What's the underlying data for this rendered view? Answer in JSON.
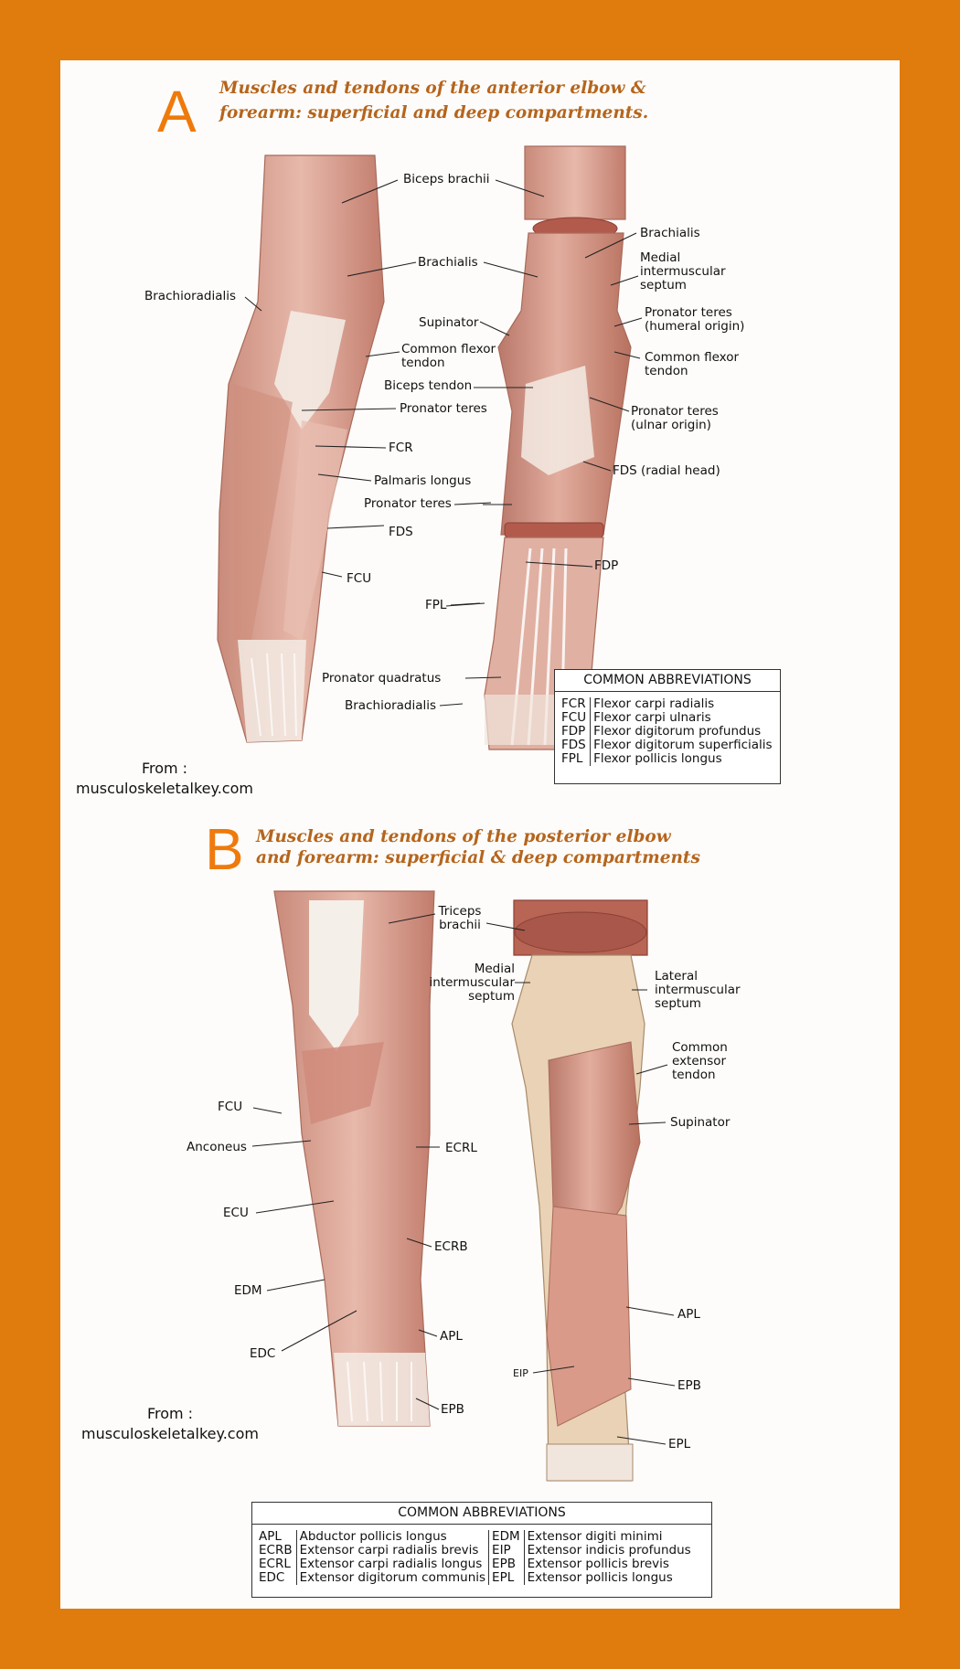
{
  "panel_a": {
    "letter": "A",
    "title_line1": "Muscles and tendons of the anterior elbow &",
    "title_line2": "forearm: superficial and deep compartments.",
    "labels": {
      "biceps_brachii": "Biceps brachii",
      "brachialis_left": "Brachialis",
      "brachioradialis_upper": "Brachioradialis",
      "common_flexor_tendon_left_1": "Common flexor",
      "common_flexor_tendon_left_2": "tendon",
      "pronator_teres_left": "Pronator teres",
      "fcr": "FCR",
      "palmaris_longus": "Palmaris longus",
      "fds_left": "FDS",
      "fcu": "FCU",
      "brachialis_right": "Brachialis",
      "medial_septum_1": "Medial",
      "medial_septum_2": "intermuscular",
      "medial_septum_3": "septum",
      "supinator": "Supinator",
      "pronator_teres_humeral_1": "Pronator teres",
      "pronator_teres_humeral_2": "(humeral origin)",
      "common_flexor_tendon_right_1": "Common flexor",
      "common_flexor_tendon_right_2": "tendon",
      "biceps_tendon": "Biceps tendon",
      "pronator_teres_ulnar_1": "Pronator teres",
      "pronator_teres_ulnar_2": "(ulnar origin)",
      "fds_radial_head": "FDS (radial head)",
      "pronator_teres_lower": "Pronator teres",
      "fdp": "FDP",
      "fpl": "FPL",
      "pronator_quadratus": "Pronator quadratus",
      "brachioradialis_lower": "Brachioradialis"
    },
    "abbreviations": {
      "header": "COMMON ABBREVIATIONS",
      "rows": [
        {
          "code": "FCR",
          "name": "Flexor carpi radialis"
        },
        {
          "code": "FCU",
          "name": "Flexor carpi ulnaris"
        },
        {
          "code": "FDP",
          "name": "Flexor digitorum profundus"
        },
        {
          "code": "FDS",
          "name": "Flexor digitorum superficialis"
        },
        {
          "code": "FPL",
          "name": "Flexor pollicis longus"
        }
      ]
    },
    "source_line1": "From :",
    "source_line2": "musculoskeletalkey.com"
  },
  "panel_b": {
    "letter": "B",
    "title_line1": "Muscles and tendons of the posterior elbow",
    "title_line2": "and forearm: superficial & deep compartments",
    "labels": {
      "triceps_1": "Triceps",
      "triceps_2": "brachii",
      "medial_septum_1": "Medial",
      "medial_septum_2": "intermuscular",
      "medial_septum_3": "septum",
      "lateral_septum_1": "Lateral",
      "lateral_septum_2": "intermuscular",
      "lateral_septum_3": "septum",
      "common_extensor_1": "Common",
      "common_extensor_2": "extensor",
      "common_extensor_3": "tendon",
      "fcu": "FCU",
      "anconeus": "Anconeus",
      "ecrl": "ECRL",
      "supinator": "Supinator",
      "ecu": "ECU",
      "ecrb": "ECRB",
      "edm": "EDM",
      "apl_left": "APL",
      "apl_right": "APL",
      "edc": "EDC",
      "eip": "EIP",
      "epb_right": "EPB",
      "epb_left": "EPB",
      "epl": "EPL"
    },
    "abbreviations": {
      "header": "COMMON ABBREVIATIONS",
      "rows": [
        {
          "code": "APL",
          "name": "Abductor pollicis longus",
          "code2": "EDM",
          "name2": "Extensor digiti minimi"
        },
        {
          "code": "ECRB",
          "name": "Extensor carpi radialis brevis",
          "code2": "EIP",
          "name2": "Extensor indicis profundus"
        },
        {
          "code": "ECRL",
          "name": "Extensor carpi radialis longus",
          "code2": "EPB",
          "name2": "Extensor pollicis brevis"
        },
        {
          "code": "EDC",
          "name": "Extensor digitorum communis",
          "code2": "EPL",
          "name2": "Extensor pollicis longus"
        }
      ]
    },
    "source_line1": "From :",
    "source_line2": "musculoskeletalkey.com"
  },
  "colors": {
    "border": "#e07b0d",
    "letter": "#ef7a0c",
    "title": "#b5651d",
    "muscle": "#d9a394",
    "muscle_dark": "#c27c6c",
    "tendon": "#f2ece6"
  }
}
